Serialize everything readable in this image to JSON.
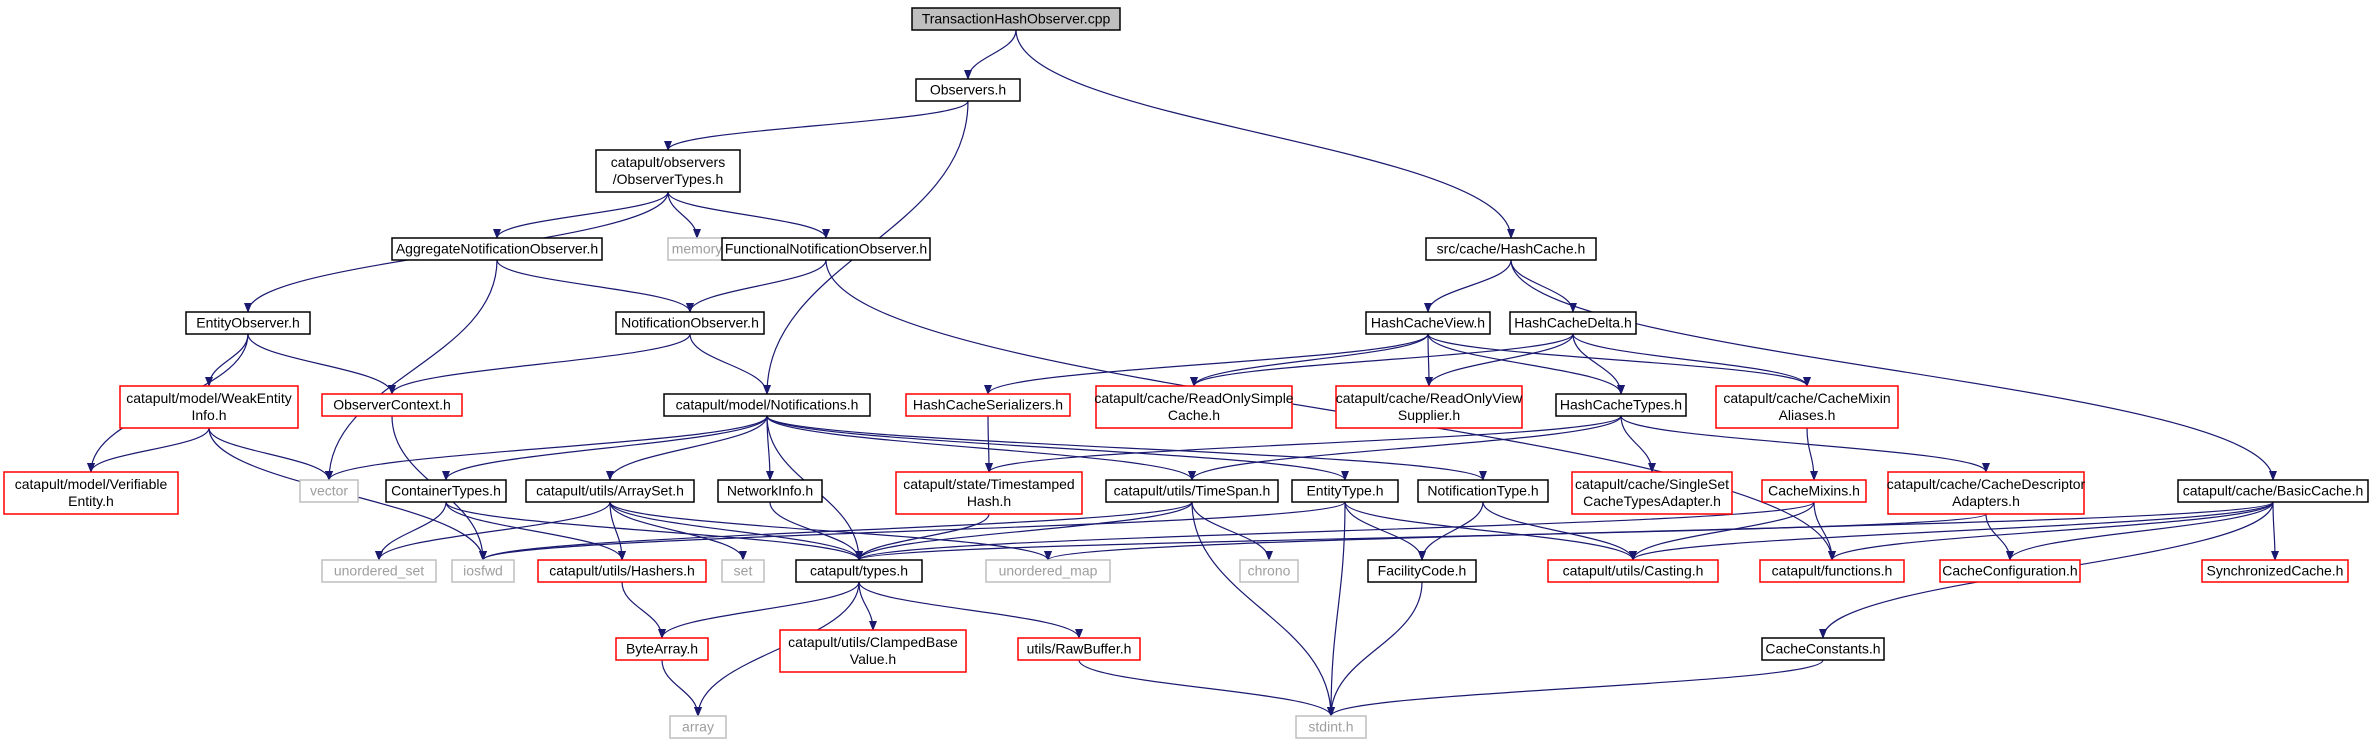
{
  "colors": {
    "edge": "#191970",
    "box_black": "#000000",
    "box_red": "#ff0000",
    "box_gray": "#bfbfbf",
    "root_fill": "#bfbfbf"
  },
  "nodes": [
    {
      "id": "root",
      "lines": [
        "TransactionHashObserver.cpp"
      ],
      "style": "root"
    },
    {
      "id": "observers",
      "lines": [
        "Observers.h"
      ],
      "style": "black"
    },
    {
      "id": "observertypes",
      "lines": [
        "catapult/observers",
        "/ObserverTypes.h"
      ],
      "style": "black"
    },
    {
      "id": "aggregate",
      "lines": [
        "AggregateNotificationObserver.h"
      ],
      "style": "black"
    },
    {
      "id": "memory",
      "lines": [
        "memory"
      ],
      "style": "gray"
    },
    {
      "id": "functional",
      "lines": [
        "FunctionalNotificationObserver.h"
      ],
      "style": "black"
    },
    {
      "id": "entityobserver",
      "lines": [
        "EntityObserver.h"
      ],
      "style": "black"
    },
    {
      "id": "notificationobserver",
      "lines": [
        "NotificationObserver.h"
      ],
      "style": "black"
    },
    {
      "id": "weakentity",
      "lines": [
        "catapult/model/WeakEntity",
        "Info.h"
      ],
      "style": "red"
    },
    {
      "id": "observercontext",
      "lines": [
        "ObserverContext.h"
      ],
      "style": "red"
    },
    {
      "id": "notifications",
      "lines": [
        "catapult/model/Notifications.h"
      ],
      "style": "black"
    },
    {
      "id": "verifiable",
      "lines": [
        "catapult/model/Verifiable",
        "Entity.h"
      ],
      "style": "red"
    },
    {
      "id": "vector",
      "lines": [
        "vector"
      ],
      "style": "gray"
    },
    {
      "id": "containertypes",
      "lines": [
        "ContainerTypes.h"
      ],
      "style": "black"
    },
    {
      "id": "arrayset",
      "lines": [
        "catapult/utils/ArraySet.h"
      ],
      "style": "black"
    },
    {
      "id": "networkinfo",
      "lines": [
        "NetworkInfo.h"
      ],
      "style": "black"
    },
    {
      "id": "unordered_set",
      "lines": [
        "unordered_set"
      ],
      "style": "gray"
    },
    {
      "id": "iosfwd",
      "lines": [
        "iosfwd"
      ],
      "style": "gray"
    },
    {
      "id": "hashers",
      "lines": [
        "catapult/utils/Hashers.h"
      ],
      "style": "red"
    },
    {
      "id": "set",
      "lines": [
        "set"
      ],
      "style": "gray"
    },
    {
      "id": "types",
      "lines": [
        "catapult/types.h"
      ],
      "style": "black"
    },
    {
      "id": "bytearray",
      "lines": [
        "ByteArray.h"
      ],
      "style": "red"
    },
    {
      "id": "clamped",
      "lines": [
        "catapult/utils/ClampedBase",
        "Value.h"
      ],
      "style": "red"
    },
    {
      "id": "rawbuffer",
      "lines": [
        "utils/RawBuffer.h"
      ],
      "style": "red"
    },
    {
      "id": "array",
      "lines": [
        "array"
      ],
      "style": "gray"
    },
    {
      "id": "stdint",
      "lines": [
        "stdint.h"
      ],
      "style": "gray"
    },
    {
      "id": "hashcacheserializers",
      "lines": [
        "HashCacheSerializers.h"
      ],
      "style": "red"
    },
    {
      "id": "timestamped",
      "lines": [
        "catapult/state/Timestamped",
        "Hash.h"
      ],
      "style": "red"
    },
    {
      "id": "timespan",
      "lines": [
        "catapult/utils/TimeSpan.h"
      ],
      "style": "black"
    },
    {
      "id": "chrono",
      "lines": [
        "chrono"
      ],
      "style": "gray"
    },
    {
      "id": "entitytype",
      "lines": [
        "EntityType.h"
      ],
      "style": "black"
    },
    {
      "id": "notificationtype",
      "lines": [
        "NotificationType.h"
      ],
      "style": "black"
    },
    {
      "id": "unordered_map",
      "lines": [
        "unordered_map"
      ],
      "style": "gray"
    },
    {
      "id": "facilitycode",
      "lines": [
        "FacilityCode.h"
      ],
      "style": "black"
    },
    {
      "id": "casting",
      "lines": [
        "catapult/utils/Casting.h"
      ],
      "style": "red"
    },
    {
      "id": "hashcache",
      "lines": [
        "src/cache/HashCache.h"
      ],
      "style": "black"
    },
    {
      "id": "hashcacheview",
      "lines": [
        "HashCacheView.h"
      ],
      "style": "black"
    },
    {
      "id": "hashcachedelta",
      "lines": [
        "HashCacheDelta.h"
      ],
      "style": "black"
    },
    {
      "id": "readonlysimple",
      "lines": [
        "catapult/cache/ReadOnlySimple",
        "Cache.h"
      ],
      "style": "red"
    },
    {
      "id": "readonlyview",
      "lines": [
        "catapult/cache/ReadOnlyView",
        "Supplier.h"
      ],
      "style": "red"
    },
    {
      "id": "hashcachetypes",
      "lines": [
        "HashCacheTypes.h"
      ],
      "style": "black"
    },
    {
      "id": "cachemixinaliases",
      "lines": [
        "catapult/cache/CacheMixin",
        "Aliases.h"
      ],
      "style": "red"
    },
    {
      "id": "singleset",
      "lines": [
        "catapult/cache/SingleSet",
        "CacheTypesAdapter.h"
      ],
      "style": "red"
    },
    {
      "id": "cachemixins",
      "lines": [
        "CacheMixins.h"
      ],
      "style": "red"
    },
    {
      "id": "cachedescriptor",
      "lines": [
        "catapult/cache/CacheDescriptor",
        "Adapters.h"
      ],
      "style": "red"
    },
    {
      "id": "functions",
      "lines": [
        "catapult/functions.h"
      ],
      "style": "red"
    },
    {
      "id": "cacheconfiguration",
      "lines": [
        "CacheConfiguration.h"
      ],
      "style": "red"
    },
    {
      "id": "basiccache",
      "lines": [
        "catapult/cache/BasicCache.h"
      ],
      "style": "black"
    },
    {
      "id": "synchronizedcache",
      "lines": [
        "SynchronizedCache.h"
      ],
      "style": "red"
    },
    {
      "id": "cacheconstants",
      "lines": [
        "CacheConstants.h"
      ],
      "style": "black"
    }
  ],
  "edges": [
    [
      "root",
      "observers"
    ],
    [
      "root",
      "hashcache"
    ],
    [
      "observers",
      "observertypes"
    ],
    [
      "observers",
      "notifications"
    ],
    [
      "observertypes",
      "aggregate"
    ],
    [
      "observertypes",
      "memory"
    ],
    [
      "observertypes",
      "functional"
    ],
    [
      "observertypes",
      "entityobserver"
    ],
    [
      "aggregate",
      "notificationobserver"
    ],
    [
      "aggregate",
      "vector"
    ],
    [
      "functional",
      "notificationobserver"
    ],
    [
      "functional",
      "functions"
    ],
    [
      "entityobserver",
      "weakentity"
    ],
    [
      "entityobserver",
      "observercontext"
    ],
    [
      "entityobserver",
      "verifiable"
    ],
    [
      "notificationobserver",
      "observercontext"
    ],
    [
      "notificationobserver",
      "notifications"
    ],
    [
      "weakentity",
      "verifiable"
    ],
    [
      "weakentity",
      "vector"
    ],
    [
      "weakentity",
      "iosfwd"
    ],
    [
      "observercontext",
      "iosfwd"
    ],
    [
      "notifications",
      "vector"
    ],
    [
      "notifications",
      "containertypes"
    ],
    [
      "notifications",
      "arrayset"
    ],
    [
      "notifications",
      "networkinfo"
    ],
    [
      "notifications",
      "types"
    ],
    [
      "notifications",
      "timespan"
    ],
    [
      "notifications",
      "entitytype"
    ],
    [
      "notifications",
      "notificationtype"
    ],
    [
      "containertypes",
      "unordered_set"
    ],
    [
      "containertypes",
      "hashers"
    ],
    [
      "containertypes",
      "types"
    ],
    [
      "arrayset",
      "unordered_set"
    ],
    [
      "arrayset",
      "hashers"
    ],
    [
      "arrayset",
      "set"
    ],
    [
      "arrayset",
      "types"
    ],
    [
      "arrayset",
      "unordered_map"
    ],
    [
      "networkinfo",
      "types"
    ],
    [
      "hashers",
      "bytearray"
    ],
    [
      "types",
      "bytearray"
    ],
    [
      "types",
      "clamped"
    ],
    [
      "types",
      "rawbuffer"
    ],
    [
      "types",
      "array"
    ],
    [
      "bytearray",
      "array"
    ],
    [
      "rawbuffer",
      "stdint"
    ],
    [
      "timestamped",
      "types"
    ],
    [
      "timespan",
      "iosfwd"
    ],
    [
      "timespan",
      "types"
    ],
    [
      "timespan",
      "chrono"
    ],
    [
      "timespan",
      "stdint"
    ],
    [
      "entitytype",
      "iosfwd"
    ],
    [
      "entitytype",
      "facilitycode"
    ],
    [
      "entitytype",
      "casting"
    ],
    [
      "entitytype",
      "stdint"
    ],
    [
      "notificationtype",
      "facilitycode"
    ],
    [
      "notificationtype",
      "casting"
    ],
    [
      "facilitycode",
      "stdint"
    ],
    [
      "hashcache",
      "hashcacheview"
    ],
    [
      "hashcache",
      "hashcachedelta"
    ],
    [
      "hashcache",
      "basiccache"
    ],
    [
      "hashcacheview",
      "hashcacheserializers"
    ],
    [
      "hashcacheview",
      "readonlysimple"
    ],
    [
      "hashcacheview",
      "readonlyview"
    ],
    [
      "hashcacheview",
      "hashcachetypes"
    ],
    [
      "hashcacheview",
      "cachemixinaliases"
    ],
    [
      "hashcachedelta",
      "readonlysimple"
    ],
    [
      "hashcachedelta",
      "readonlyview"
    ],
    [
      "hashcachedelta",
      "hashcachetypes"
    ],
    [
      "hashcachedelta",
      "cachemixinaliases"
    ],
    [
      "hashcacheserializers",
      "timestamped"
    ],
    [
      "hashcachetypes",
      "timestamped"
    ],
    [
      "hashcachetypes",
      "timespan"
    ],
    [
      "hashcachetypes",
      "singleset"
    ],
    [
      "hashcachetypes",
      "cachedescriptor"
    ],
    [
      "cachemixinaliases",
      "cachemixins"
    ],
    [
      "cachemixins",
      "types"
    ],
    [
      "cachemixins",
      "casting"
    ],
    [
      "cachemixins",
      "functions"
    ],
    [
      "cachedescriptor",
      "types"
    ],
    [
      "cachedescriptor",
      "cacheconfiguration"
    ],
    [
      "basiccache",
      "unordered_map"
    ],
    [
      "basiccache",
      "functions"
    ],
    [
      "basiccache",
      "cacheconfiguration"
    ],
    [
      "basiccache",
      "synchronizedcache"
    ],
    [
      "basiccache",
      "cacheconstants"
    ],
    [
      "basiccache",
      "casting"
    ],
    [
      "cacheconstants",
      "stdint"
    ]
  ]
}
